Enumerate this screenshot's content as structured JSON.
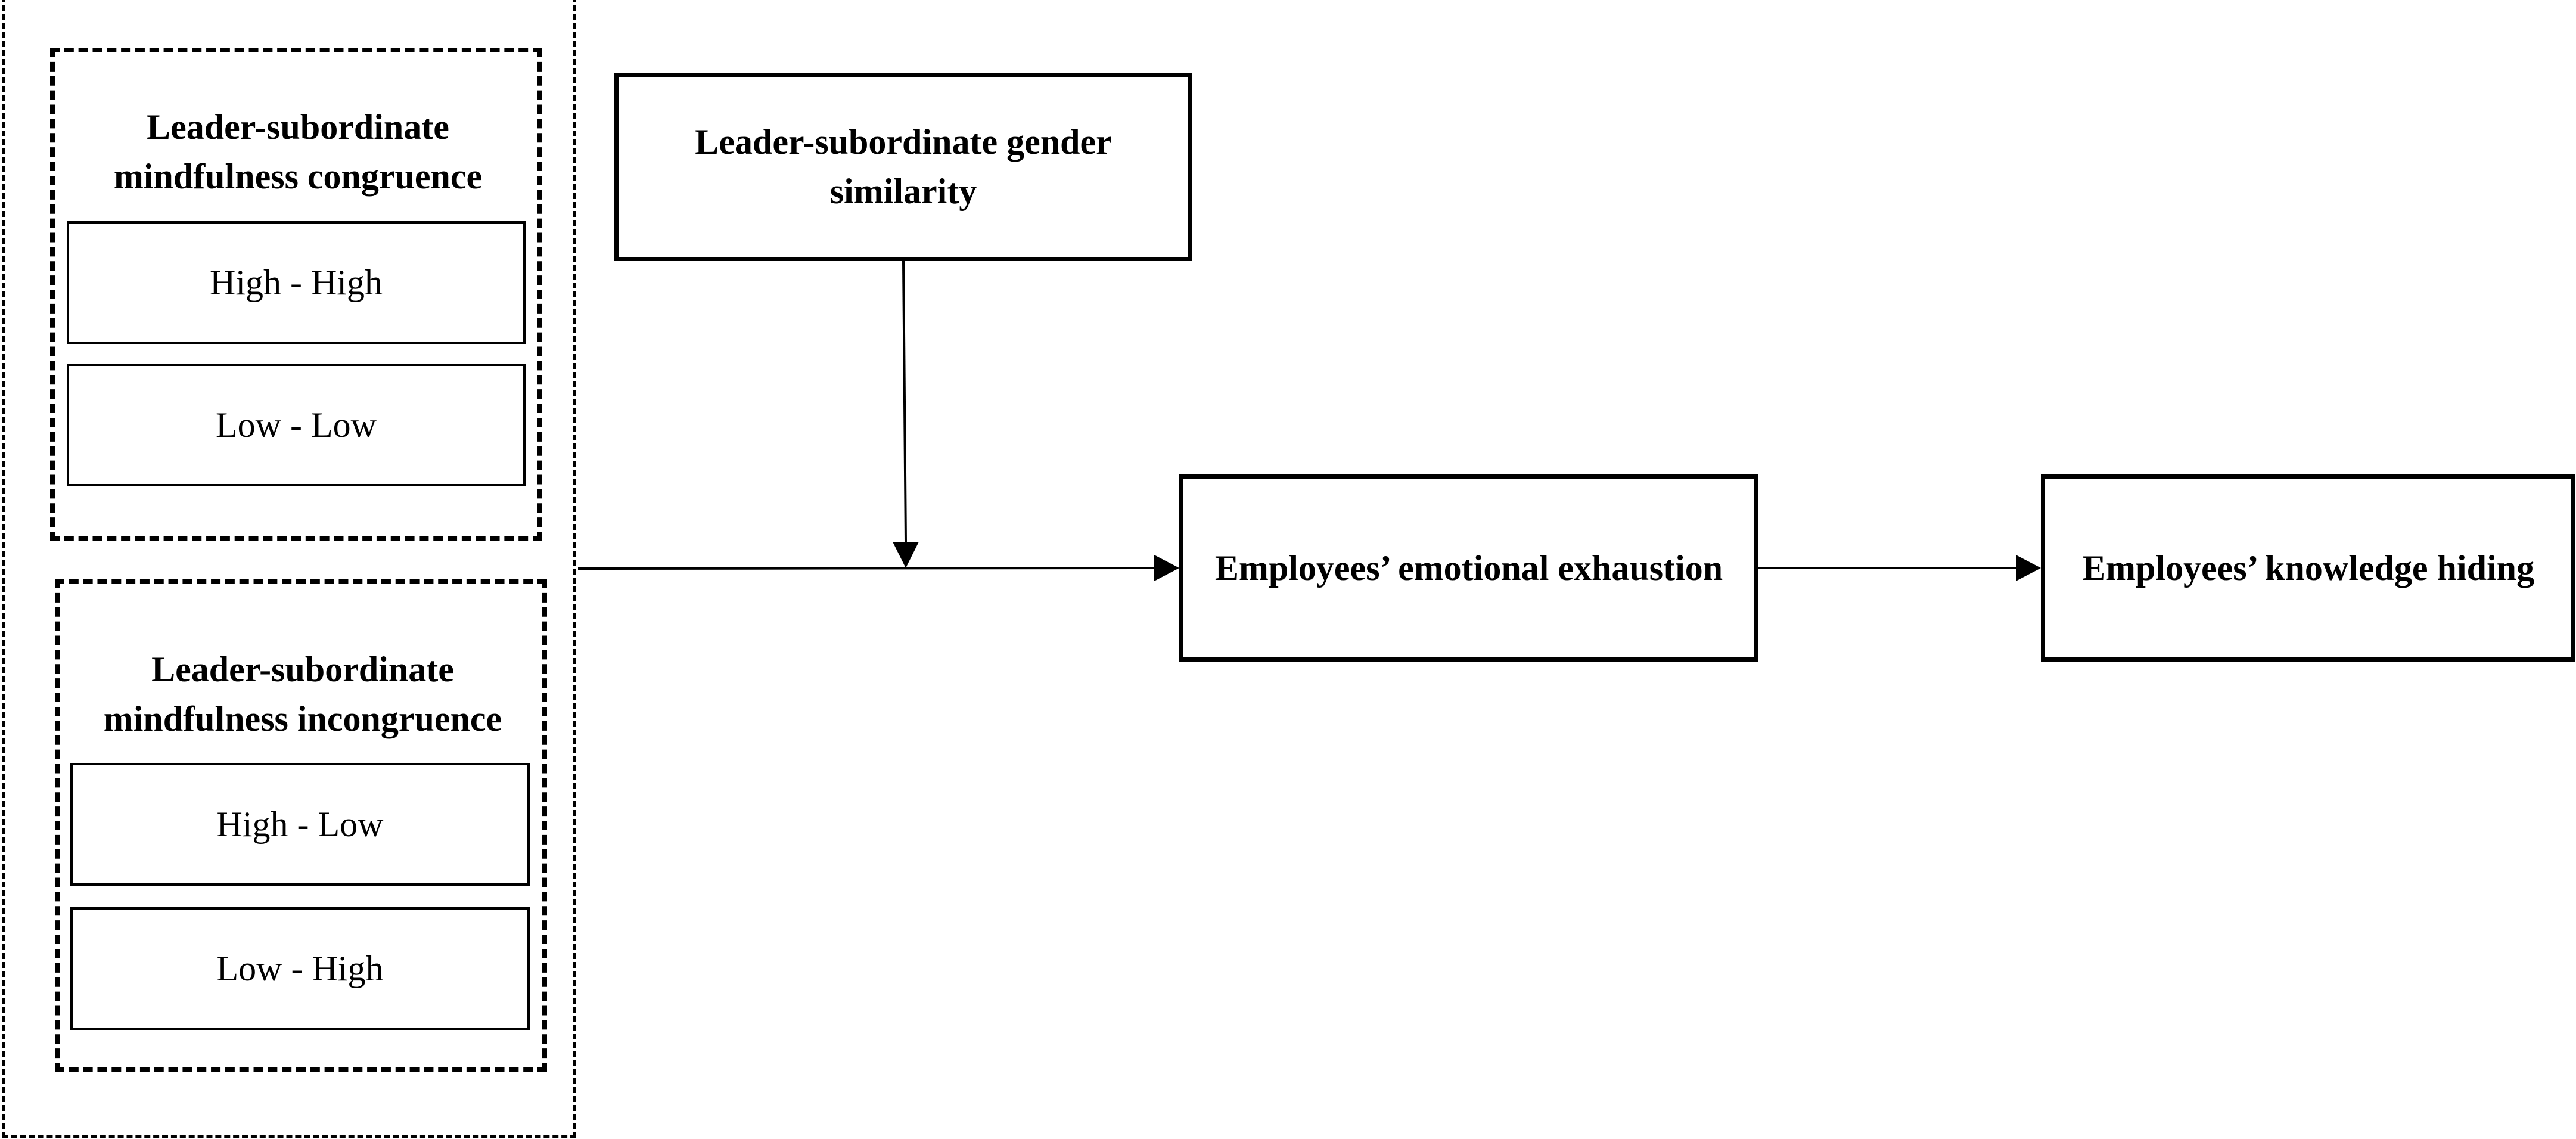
{
  "diagram": {
    "groups": {
      "congruence": {
        "title": "Leader-subordinate\nmindfulness congruence",
        "items": [
          "High - High",
          "Low - Low"
        ]
      },
      "incongruence": {
        "title": "Leader-subordinate\nmindfulness incongruence",
        "items": [
          "High - Low",
          "Low - High"
        ]
      }
    },
    "nodes": {
      "moderator": "Leader-subordinate gender similarity",
      "mediator": "Employees’ emotional exhaustion",
      "outcome": "Employees’ knowledge hiding"
    },
    "edges": [
      {
        "from": "predictors",
        "to": "mediator"
      },
      {
        "from": "moderator",
        "to": "predictors-mediator-path"
      },
      {
        "from": "mediator",
        "to": "outcome"
      }
    ]
  }
}
